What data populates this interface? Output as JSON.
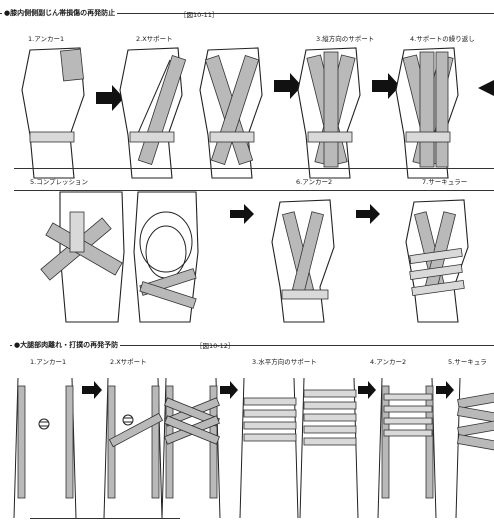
{
  "section1": {
    "title": "●膝内側側副じん帯損傷の再発防止",
    "figure": "［図10-11］",
    "steps_top": [
      "1.アンカー1",
      "2.Xサポート",
      "3.縦方向のサポート",
      "4.サポートの繰り返し"
    ],
    "steps_mid": [
      "5.コンプレッション",
      "6.アンカー2",
      "7.サーキュラー"
    ]
  },
  "section2": {
    "title": "●大腿部肉離れ・打撲の再発予防",
    "figure": "［図10-12］",
    "steps": [
      "1.アンカー1",
      "2.Xサポート",
      "3.水平方向のサポート",
      "4.アンカー2",
      "5.サーキュラ"
    ]
  },
  "colors": {
    "tape": "#b9b9b9",
    "outline": "#222222",
    "arrow": "#111111"
  },
  "icons": {
    "step_arrow": "right-arrow-icon",
    "bruise": "bruise-mark-icon"
  }
}
